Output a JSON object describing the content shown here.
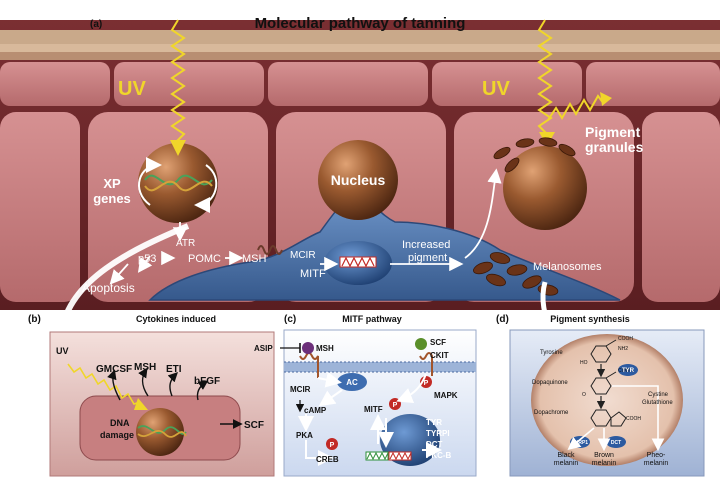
{
  "title": "Molecular pathway of tanning",
  "panel_a": {
    "letter": "(a)",
    "uv_left": "UV",
    "uv_right": "UV",
    "xp_genes_line1": "XP",
    "xp_genes_line2": "genes",
    "nucleus": "Nucleus",
    "pigment_granules_line1": "Pigment",
    "pigment_granules_line2": "granules",
    "atr": "ATR",
    "p53": "p53",
    "pomc": "POMC",
    "msh": "MSH",
    "mcir": "MCIR",
    "mitf": "MITF",
    "increased_line1": "Increased",
    "increased_line2": "pigment",
    "melanosomes": "Melanosomes",
    "apoptosis": "Apoptosis"
  },
  "panel_b": {
    "letter": "(b)",
    "title": "Cytokines induced",
    "uv": "UV",
    "gmcsf": "GMCSF",
    "msh": "MSH",
    "eti": "ETI",
    "bfgf": "bFGF",
    "scf": "SCF",
    "dna_line1": "DNA",
    "dna_line2": "damage"
  },
  "panel_c": {
    "letter": "(c)",
    "title": "MITF pathway",
    "asip": "ASIP",
    "msh": "MSH",
    "scf": "SCF",
    "ckit": "CKIT",
    "mcir": "MCIR",
    "ac": "AC",
    "p": "P",
    "mapk": "MAPK",
    "camp": "cAMP",
    "pka": "PKA",
    "mitf": "MITF",
    "creb": "CREB",
    "tyr": "TYR",
    "tyrpi": "TYRPI",
    "dct": "DCT",
    "pkcb": "PKC-B"
  },
  "panel_d": {
    "letter": "(d)",
    "title": "Pigment synthesis",
    "tyrosine": "Tyrosine",
    "dopaquinone": "Dopaquinone",
    "dopachrome": "Dopachrome",
    "cystine_line1": "Cystine",
    "cystine_line2": "Glutathione",
    "tyr": "TYR",
    "tyrp1": "TYRP1",
    "dct": "DCT",
    "black_line1": "Black",
    "black_line2": "melanin",
    "brown_line1": "Brown",
    "brown_line2": "melanin",
    "pheo_line1": "Pheo-",
    "pheo_line2": "melanin",
    "cooh": "COOH",
    "nh2": "NH2",
    "ho": "HO",
    "o": "O"
  },
  "colors": {
    "cell": "#c77f80",
    "cell_dark": "#8e4a4d",
    "melanocyte": "#4f74a8",
    "nucleus": "#8a4f2b",
    "uv": "#f0d62a",
    "protein_red": "#c22a25",
    "panel_bg": "#c9d5ea"
  }
}
